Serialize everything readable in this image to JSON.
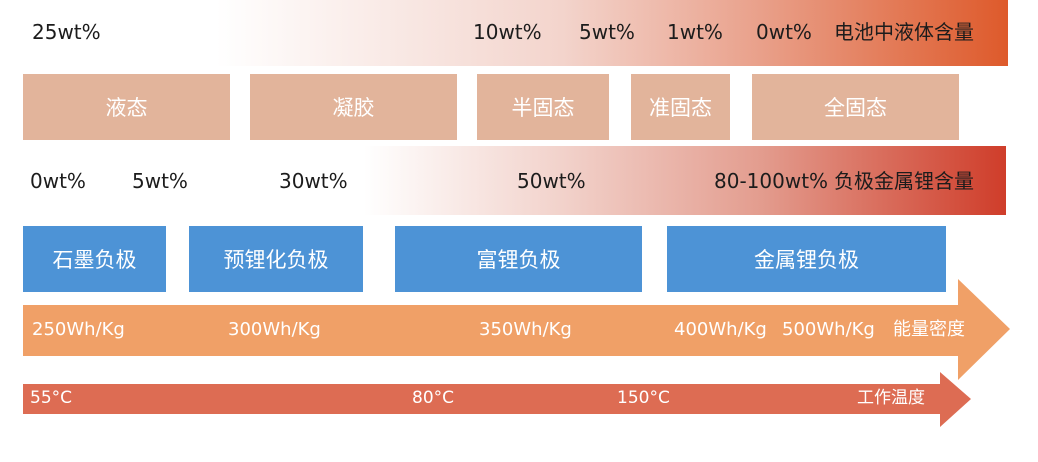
{
  "liquid_content_row": {
    "ticks": [
      "25wt%",
      "10wt%",
      "5wt%",
      "1wt%",
      "0wt%"
    ],
    "title": "电池中液体含量",
    "colors": {
      "start": "#ffffff",
      "end": "#de5a2b"
    }
  },
  "electrolyte_types": [
    "液态",
    "凝胶",
    "半固态",
    "准固态",
    "全固态"
  ],
  "anode_metal_row": {
    "ticks": [
      "0wt%",
      "5wt%",
      "30wt%",
      "50wt%",
      "80-100wt%"
    ],
    "title": "负极金属锂含量",
    "colors": {
      "start": "#ffffff",
      "end": "#cf3d2a"
    }
  },
  "anode_types": [
    "石墨负极",
    "预锂化负极",
    "富锂负极",
    "金属锂负极"
  ],
  "energy_density_arrow": {
    "ticks": [
      "250Wh/Kg",
      "300Wh/Kg",
      "350Wh/Kg",
      "400Wh/Kg",
      "500Wh/Kg"
    ],
    "title": "能量密度",
    "color": "#f0a067"
  },
  "temperature_arrow": {
    "ticks": [
      "55°C",
      "80°C",
      "150°C"
    ],
    "title": "工作温度",
    "color": "#dd6c53"
  },
  "colors": {
    "tan_box": "#e2b49b",
    "blue_box": "#4d93d6"
  }
}
